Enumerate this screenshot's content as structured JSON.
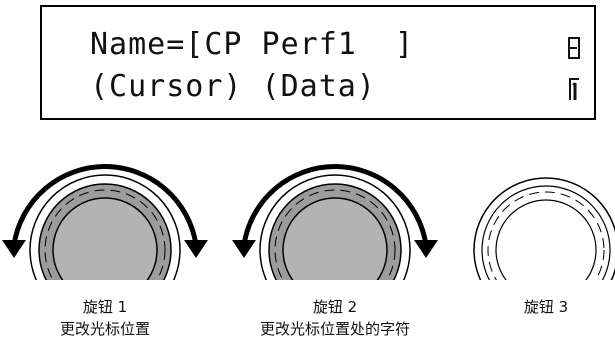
{
  "display": {
    "line1": "Name=[CP Perf1  ]",
    "line2": "(Cursor) (Data)"
  },
  "knobs": [
    {
      "label": "旋钮 1",
      "description": "更改光标位置"
    },
    {
      "label": "旋钮 2",
      "description": "更改光标位置处的字符"
    },
    {
      "label": "旋钮 3",
      "description": ""
    }
  ],
  "colors": {
    "knob_fill": "#a9a9a9",
    "knob_inner": "#b5b5b5",
    "outline": "#000000"
  }
}
